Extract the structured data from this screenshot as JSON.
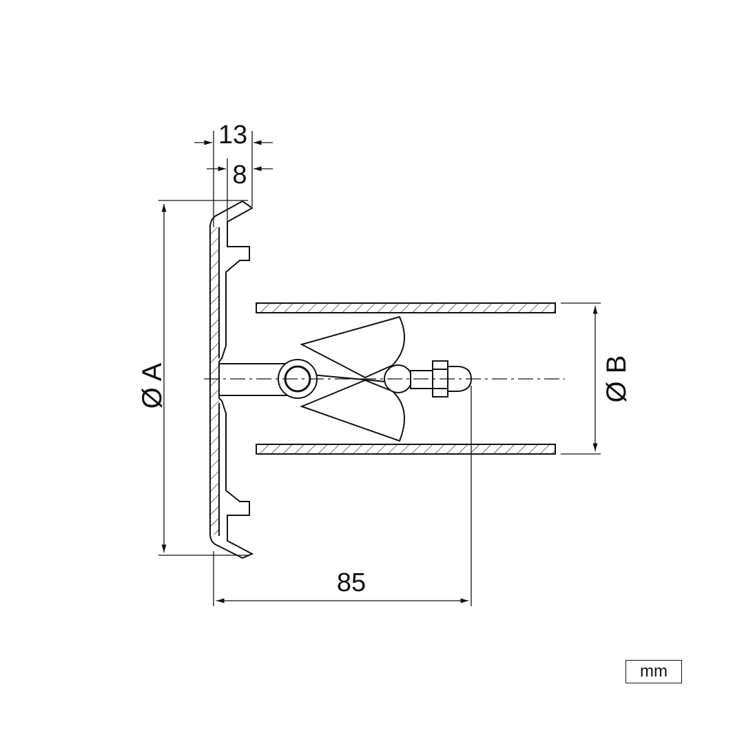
{
  "dimensions": {
    "flange_thickness": "13",
    "inner_offset": "8",
    "overall_length": "85",
    "diameter_a": "Ø A",
    "diameter_b": "Ø B"
  },
  "units": "mm",
  "colors": {
    "line": "#111111",
    "background": "#ffffff"
  }
}
